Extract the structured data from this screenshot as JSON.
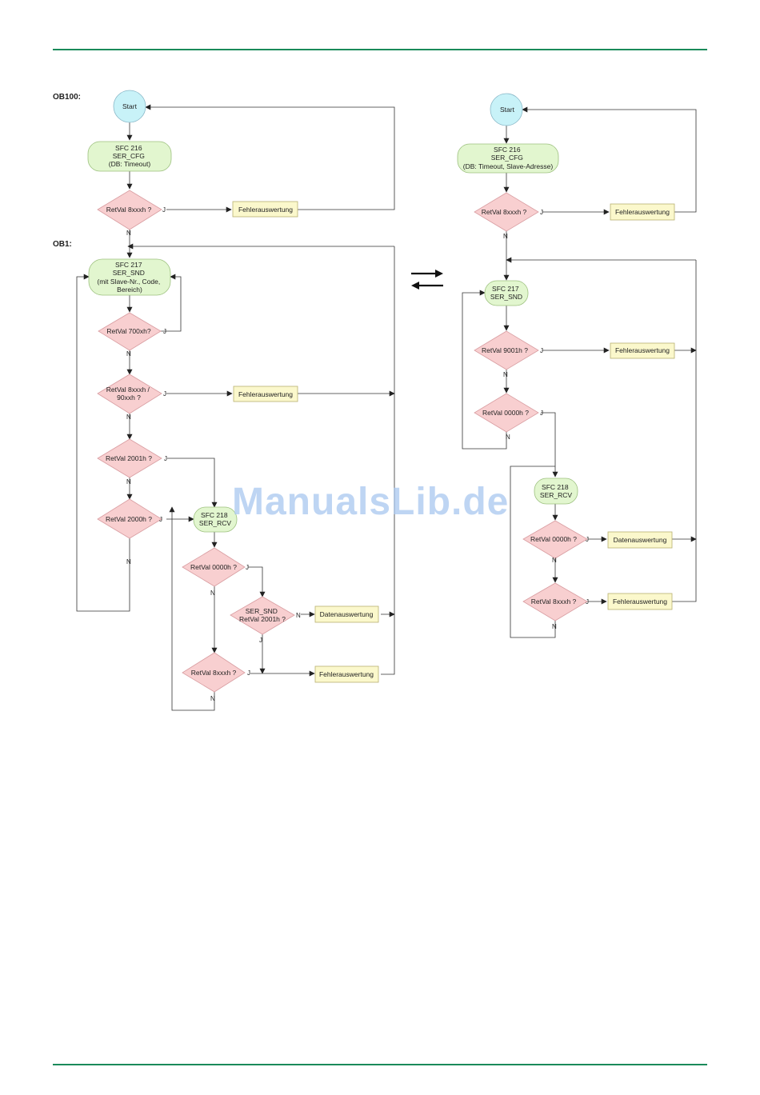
{
  "page": {
    "watermark": "ManualsLib.de"
  },
  "left": {
    "section_ob100": "OB100:",
    "section_ob1": "OB1:",
    "start": "Start",
    "sfc216": [
      "SFC 216",
      "SER_CFG",
      "(DB: Timeout)"
    ],
    "dec_8xxxh_1": "RetVal 8xxxh ?",
    "err_1": "Fehlerauswertung",
    "sfc217": [
      "SFC 217",
      "SER_SND",
      "(mit Slave-Nr., Code,",
      "Bereich)"
    ],
    "dec_700xh": "RetVal 700xh?",
    "dec_8xxxh_90xxh": [
      "RetVal 8xxxh /",
      "90xxh ?"
    ],
    "err_2": "Fehlerauswertung",
    "dec_2001h": "RetVal 2001h ?",
    "dec_2000h": "RetVal 2000h ?",
    "sfc218": [
      "SFC 218",
      "SER_RCV"
    ],
    "dec_0000h": "RetVal 0000h ?",
    "dec_ser_snd": [
      "SER_SND",
      "RetVal 2001h ?"
    ],
    "data_eval": "Datenauswertung",
    "dec_8xxxh_2": "RetVal 8xxxh ?",
    "err_3": "Fehlerauswertung"
  },
  "right": {
    "start": "Start",
    "sfc216": [
      "SFC 216",
      "SER_CFG",
      "(DB: Timeout, Slave-Adresse)"
    ],
    "dec_8xxxh_1": "RetVal 8xxxh ?",
    "err_1": "Fehlerauswertung",
    "sfc217": [
      "SFC 217",
      "SER_SND"
    ],
    "dec_9001h": "RetVal  9001h ?",
    "err_2": "Fehlerauswertung",
    "dec_0000h_1": "RetVal 0000h ?",
    "sfc218": [
      "SFC 218",
      "SER_RCV"
    ],
    "dec_0000h_2": "RetVal 0000h ?",
    "data_eval": "Datenauswertung",
    "dec_8xxxh_2": "RetVal 8xxxh ?",
    "err_3": "Fehlerauswertung"
  },
  "branch_labels": {
    "yes": "J",
    "no": "N"
  },
  "colors": {
    "rule": "#1a8a5a",
    "terminator": "#c8f2f8",
    "process": "#e2f6cf",
    "decision": "#f8cfd0",
    "output": "#fbf8cc"
  }
}
